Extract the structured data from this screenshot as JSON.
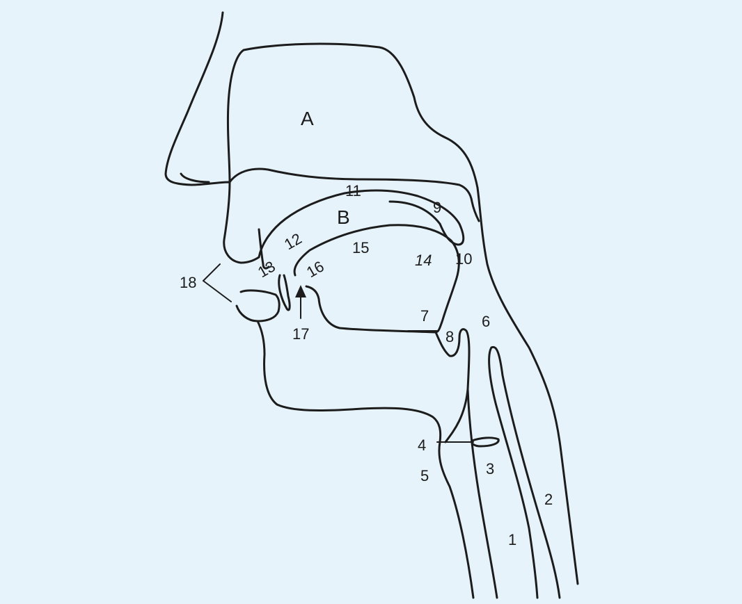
{
  "colors": {
    "background": "#e6f3fb",
    "outline": "#1c1c1c",
    "label": "#1c1c1c"
  },
  "labels": {
    "nasal_cavity": "A",
    "oral_cavity": "B",
    "n1": "1",
    "n2": "2",
    "n3": "3",
    "n4": "4",
    "n5": "5",
    "n6": "6",
    "n7": "7",
    "n8": "8",
    "n9": "9",
    "n10": "10",
    "n11": "11",
    "n12": "12",
    "n13": "13",
    "n14": "14",
    "n15": "15",
    "n16": "16",
    "n17": "17",
    "n18": "18"
  }
}
